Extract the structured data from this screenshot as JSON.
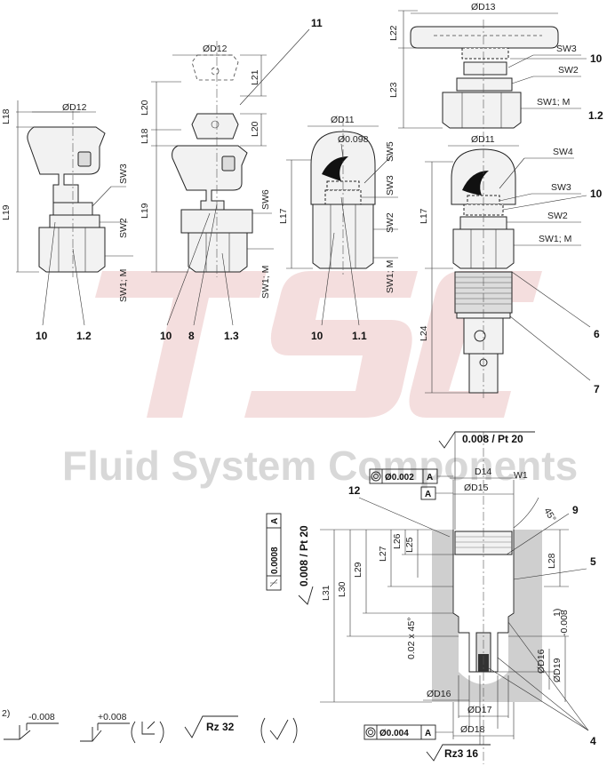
{
  "watermark": {
    "logo_text": "TSC",
    "tagline": "Fluid System Components",
    "logo_color": "#f2dada"
  },
  "callouts": {
    "n10a": "10",
    "n12a": "1.2",
    "n10b": "10",
    "n8": "8",
    "n13": "1.3",
    "n10c": "10",
    "n11b": "1.1",
    "n11top": "11",
    "n10d": "10",
    "n12d": "1.2",
    "n10e": "10",
    "n6": "6",
    "n7": "7",
    "n12": "12",
    "n9": "9",
    "n5": "5",
    "n4": "4"
  },
  "dims": {
    "L18a": "L18",
    "D12a": "ØD12",
    "SW3a": "SW3",
    "L19a": "L19",
    "SW2a": "SW2",
    "SW1a": "SW1; M",
    "D12b": "ØD12",
    "L21": "L21",
    "L20a": "L20",
    "L18b": "L18",
    "L20b": "L20",
    "L19b": "L19",
    "SW6": "SW6",
    "SW1b": "SW1; M",
    "D11a": "ØD11",
    "D098": "Ø0.098",
    "SW5": "SW5",
    "SW3c": "SW3",
    "L17a": "L17",
    "SW2c": "SW2",
    "SW1c": "SW1; M",
    "D13": "ØD13",
    "L22": "L22",
    "SW3d": "SW3",
    "SW2d": "SW2",
    "L23": "L23",
    "SW1d": "SW1; M",
    "D11b": "ØD11",
    "SW4": "SW4",
    "SW3e": "SW3",
    "L17b": "L17",
    "SW2e": "SW2",
    "SW1e": "SW1; M",
    "L24": "L24",
    "sub_A": "A"
  },
  "section": {
    "rough_top": "0.008 / Pt 20",
    "frame_top_val": "Ø0.002",
    "frame_top_ref": "A",
    "datum_A": "A",
    "D14": "D14",
    "D15": "ØD15",
    "W1": "W1",
    "angle45": "45°",
    "frame_left_val": "0.0008",
    "frame_left_ref": "A",
    "rough_left": "0.008 / Pt 20",
    "L26": "L26",
    "L25": "L25",
    "L27": "L27",
    "L29": "L29",
    "L30": "L30",
    "L31": "L31",
    "L28": "L28",
    "chamfer": "0.02 x 45°",
    "D16a": "ØD16",
    "D19": "ØD19",
    "D19_tol": "-0.008",
    "D19_note": "1)",
    "D16b": "ØD16",
    "D17": "ØD17",
    "D18": "ØD18",
    "frame_bot_val": "Ø0.004",
    "frame_bot_ref": "A",
    "rz3": "Rz3 16"
  },
  "symbols": {
    "note2": "2)",
    "tol_minus": "-0.008",
    "tol_plus": "+0.008",
    "rz32": "Rz 32"
  }
}
